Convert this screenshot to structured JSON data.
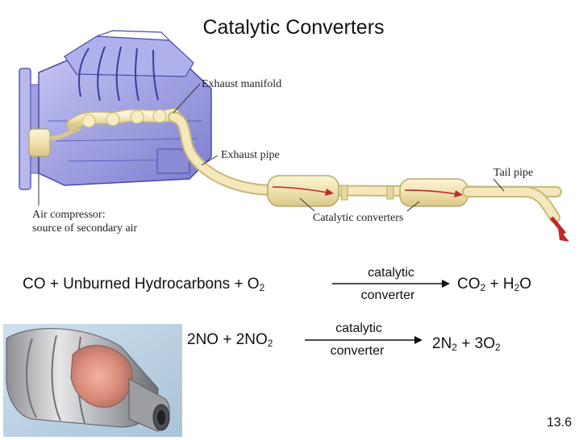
{
  "slide": {
    "title": "Catalytic Converters",
    "page_number": "13.6"
  },
  "diagram": {
    "labels": {
      "exhaust_manifold": "Exhaust manifold",
      "exhaust_pipe": "Exhaust pipe",
      "tail_pipe": "Tail pipe",
      "catalytic_converters": "Catalytic converters",
      "air_compressor_line1": "Air compressor:",
      "air_compressor_line2": "source of secondary air"
    },
    "colors": {
      "engine": "#9a9ae0",
      "engine_dark": "#5a5ab8",
      "pipe": "#f2e6b8",
      "pipe_edge": "#c8b878",
      "flow_arrow": "#c0282c"
    }
  },
  "equations": {
    "eq1": {
      "lhs_a": "CO + Unburned Hydrocarbons + O",
      "lhs_a_sub": "2",
      "arrow_top": "catalytic",
      "arrow_bottom": "converter",
      "rhs_a": "CO",
      "rhs_a_sub": "2",
      "rhs_b": " + H",
      "rhs_b_sub": "2",
      "rhs_c": "O"
    },
    "eq2": {
      "lhs_a": "2NO + 2NO",
      "lhs_a_sub": "2",
      "arrow_top": "catalytic",
      "arrow_bottom": "converter",
      "rhs_a": "2N",
      "rhs_a_sub": "2",
      "rhs_b": " + 3O",
      "rhs_b_sub": "2"
    }
  }
}
